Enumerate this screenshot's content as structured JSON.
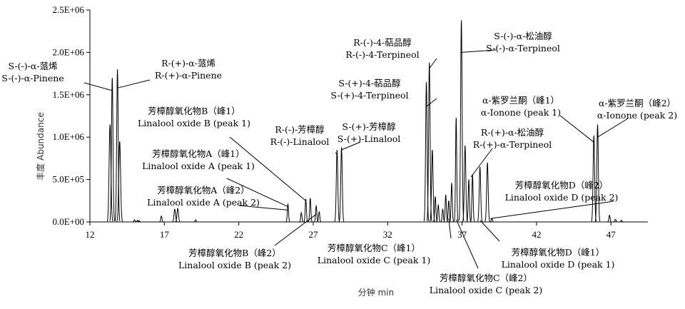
{
  "chart_data": {
    "type": "line",
    "xlabel": "分钟 min",
    "ylabel": "丰度 Abundance",
    "xlim": [
      12,
      49
    ],
    "ylim": [
      0,
      2500000
    ],
    "xticks": [
      12,
      17,
      22,
      27,
      32,
      37,
      42,
      47
    ],
    "xtick_labels": [
      "12",
      "17",
      "22",
      "27",
      "32",
      "37",
      "42",
      "47"
    ],
    "yticks": [
      0,
      500000,
      1000000,
      1500000,
      2000000,
      2500000
    ],
    "ytick_labels": [
      "0.0E+00",
      "5.0E+05",
      "1.0E+06",
      "1.5E+06",
      "2.0E+06",
      "2.5E+06"
    ],
    "grid": false,
    "line_color": "#000000",
    "peaks": [
      {
        "t": 13.35,
        "h": 1150000,
        "w": 0.06
      },
      {
        "t": 13.5,
        "h": 1700000,
        "w": 0.05
      },
      {
        "t": 13.85,
        "h": 1800000,
        "w": 0.05
      },
      {
        "t": 14.0,
        "h": 950000,
        "w": 0.06
      },
      {
        "t": 15.0,
        "h": 25000,
        "w": 0.04
      },
      {
        "t": 15.2,
        "h": 20000,
        "w": 0.04
      },
      {
        "t": 15.3,
        "h": 15000,
        "w": 0.04
      },
      {
        "t": 16.8,
        "h": 70000,
        "w": 0.04
      },
      {
        "t": 17.7,
        "h": 150000,
        "w": 0.05
      },
      {
        "t": 17.9,
        "h": 160000,
        "w": 0.05
      },
      {
        "t": 19.1,
        "h": 25000,
        "w": 0.04
      },
      {
        "t": 25.3,
        "h": 210000,
        "w": 0.04
      },
      {
        "t": 26.2,
        "h": 110000,
        "w": 0.04
      },
      {
        "t": 26.5,
        "h": 270000,
        "w": 0.04
      },
      {
        "t": 26.8,
        "h": 280000,
        "w": 0.04
      },
      {
        "t": 27.2,
        "h": 190000,
        "w": 0.04
      },
      {
        "t": 27.4,
        "h": 120000,
        "w": 0.04
      },
      {
        "t": 28.6,
        "h": 850000,
        "w": 0.05
      },
      {
        "t": 28.9,
        "h": 880000,
        "w": 0.05
      },
      {
        "t": 34.6,
        "h": 1650000,
        "w": 0.05
      },
      {
        "t": 34.8,
        "h": 1880000,
        "w": 0.05
      },
      {
        "t": 35.0,
        "h": 850000,
        "w": 0.05
      },
      {
        "t": 35.2,
        "h": 300000,
        "w": 0.04
      },
      {
        "t": 35.4,
        "h": 200000,
        "w": 0.04
      },
      {
        "t": 35.7,
        "h": 150000,
        "w": 0.04
      },
      {
        "t": 35.9,
        "h": 320000,
        "w": 0.04
      },
      {
        "t": 36.1,
        "h": 250000,
        "w": 0.04
      },
      {
        "t": 36.3,
        "h": 460000,
        "w": 0.04
      },
      {
        "t": 36.6,
        "h": 1230000,
        "w": 0.04
      },
      {
        "t": 36.95,
        "h": 2380000,
        "w": 0.05
      },
      {
        "t": 37.2,
        "h": 900000,
        "w": 0.05
      },
      {
        "t": 37.45,
        "h": 500000,
        "w": 0.04
      },
      {
        "t": 37.7,
        "h": 560000,
        "w": 0.04
      },
      {
        "t": 38.2,
        "h": 650000,
        "w": 0.05
      },
      {
        "t": 38.7,
        "h": 700000,
        "w": 0.05
      },
      {
        "t": 39.0,
        "h": 40000,
        "w": 0.04
      },
      {
        "t": 45.85,
        "h": 1020000,
        "w": 0.05
      },
      {
        "t": 46.1,
        "h": 1150000,
        "w": 0.05
      },
      {
        "t": 46.9,
        "h": 80000,
        "w": 0.04
      },
      {
        "t": 47.3,
        "h": 30000,
        "w": 0.04
      },
      {
        "t": 47.7,
        "h": 20000,
        "w": 0.04
      }
    ],
    "annotations": [
      {
        "lines": [
          "S-(-)-α-蒎烯",
          "S-(-)-α-Pinene"
        ],
        "t": 13.5,
        "y": 1550000
      },
      {
        "lines": [
          "R-(+)-α-蒎烯",
          "R-(+)-α-Pinene"
        ],
        "t": 13.85,
        "y": 1580000
      },
      {
        "lines": [
          "芳樟醇氧化物B（峰1）",
          "Linalool oxide B (peak 1)"
        ],
        "t": 26.5,
        "y": 250000
      },
      {
        "lines": [
          "芳樟醇氧化物A（峰1）",
          "Linalool oxide A (peak 1)"
        ],
        "t": 25.3,
        "y": 180000
      },
      {
        "lines": [
          "芳樟醇氧化物A（峰2）",
          "Linalool oxide A (peak 2)"
        ],
        "t": 25.3,
        "y": 140000
      },
      {
        "lines": [
          "R-(-)-芳樟醇",
          "R-(-)-Linalool"
        ],
        "t": 28.6,
        "y": 800000
      },
      {
        "lines": [
          "S-(+)-芳樟醇",
          "S-(+)-Linalool"
        ],
        "t": 28.9,
        "y": 850000
      },
      {
        "lines": [
          "R-(-)-4-萜品醇",
          "R-(-)-4-Terpineol"
        ],
        "t": 34.8,
        "y": 1810000
      },
      {
        "lines": [
          "S-(+)-4-萜品醇",
          "S-(+)-4-Terpineol"
        ],
        "t": 34.6,
        "y": 1360000
      },
      {
        "lines": [
          "S-(-)-α-松油醇",
          "S-(-)-α-Terpineol"
        ],
        "t": 36.95,
        "y": 2000000
      },
      {
        "lines": [
          "α-紫罗兰酮（峰1）",
          "α-Ionone (peak 1)"
        ],
        "t": 45.85,
        "y": 940000
      },
      {
        "lines": [
          "α-紫罗兰酮（峰2）",
          "α-Ionone (peak 2)"
        ],
        "t": 46.1,
        "y": 1000000
      },
      {
        "lines": [
          "R-(+)-α-松油醇",
          "R-(+)-α-Terpineol"
        ],
        "t": 37.6,
        "y": 530000
      },
      {
        "lines": [
          "芳樟醇氧化物D（峰2）",
          "Linalool oxide D (peak 2)"
        ],
        "t": 38.9,
        "y": 40000
      },
      {
        "lines": [
          "芳樟醇氧化物B（峰2）",
          "Linalool oxide B (peak 2)"
        ],
        "t": 27.2,
        "y": 90000
      },
      {
        "lines": [
          "芳樟醇氧化物C（峰1）",
          "Linalool oxide C (peak 1)"
        ],
        "t": 36.1,
        "y": 40000
      },
      {
        "lines": [
          "芳樟醇氧化物D（峰1）",
          "Linalool oxide D (peak 1)"
        ],
        "t": 38.2,
        "y": 20000
      },
      {
        "lines": [
          "芳樟醇氧化物C（峰2）",
          "Linalool oxide C (peak 2)"
        ],
        "t": 36.6,
        "y": 30000
      }
    ]
  }
}
